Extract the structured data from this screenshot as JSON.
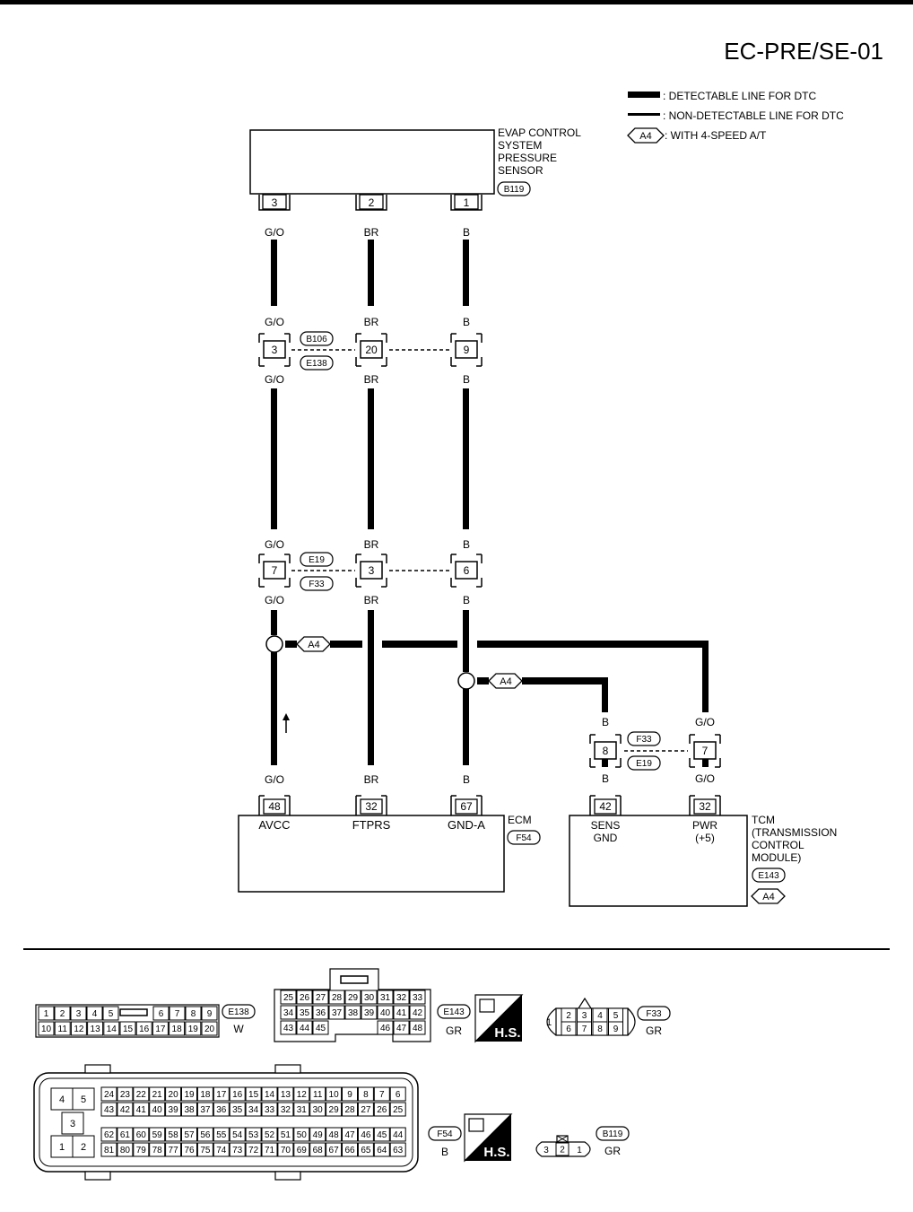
{
  "page_id": "EC-PRE/SE-01",
  "legend": {
    "detectable": ": DETECTABLE LINE FOR DTC",
    "non_detectable": ": NON-DETECTABLE LINE FOR DTC",
    "a4_tag": "A4",
    "a4_text": ": WITH 4-SPEED A/T"
  },
  "sensor": {
    "name": [
      "EVAP CONTROL",
      "SYSTEM",
      "PRESSURE",
      "SENSOR"
    ],
    "connector": "B119",
    "pins": [
      "3",
      "2",
      "1"
    ]
  },
  "wires": {
    "col1": "G/O",
    "col2": "BR",
    "col3": "B",
    "tcm_sens": "B",
    "tcm_pwr": "G/O"
  },
  "junction1": {
    "pins": [
      "3",
      "20",
      "9"
    ],
    "conn_top": "B106",
    "conn_bottom": "E138"
  },
  "junction2": {
    "pins": [
      "7",
      "3",
      "6"
    ],
    "conn_top": "E19",
    "conn_bottom": "F33"
  },
  "a4_branch": "A4",
  "junction3": {
    "pins": [
      "8",
      "7"
    ],
    "conn_top": "F33",
    "conn_bottom": "E19"
  },
  "ecm": {
    "label": "ECM",
    "connector": "F54",
    "pins": [
      "48",
      "32",
      "67"
    ],
    "terminals": [
      "AVCC",
      "FTPRS",
      "GND-A"
    ]
  },
  "tcm": {
    "label": [
      "TCM",
      "(TRANSMISSION",
      "CONTROL",
      "MODULE)"
    ],
    "connector": "E143",
    "tag": "A4",
    "pins": [
      "42",
      "32"
    ],
    "terminals": [
      [
        "SENS",
        "GND"
      ],
      [
        "PWR",
        "(+5)"
      ]
    ]
  },
  "connector_views": {
    "e138": {
      "id": "E138",
      "color": "W",
      "row1": [
        "1",
        "2",
        "3",
        "4",
        "5",
        "6",
        "7",
        "8",
        "9"
      ],
      "row2": [
        "10",
        "11",
        "12",
        "13",
        "14",
        "15",
        "16",
        "17",
        "18",
        "19",
        "20"
      ]
    },
    "e143": {
      "id": "E143",
      "color": "GR",
      "row1": [
        "25",
        "26",
        "27",
        "28",
        "29",
        "30",
        "31",
        "32",
        "33"
      ],
      "row2": [
        "34",
        "35",
        "36",
        "37",
        "38",
        "39",
        "40",
        "41",
        "42"
      ],
      "row3": [
        "43",
        "44",
        "45",
        "46",
        "47",
        "48"
      ]
    },
    "hs": "H.S.",
    "f33": {
      "id": "F33",
      "color": "GR",
      "row1": [
        "1",
        "2",
        "3",
        "4",
        "5"
      ],
      "row2": [
        "6",
        "7",
        "8",
        "9"
      ]
    },
    "f54": {
      "id": "F54",
      "color": "B",
      "left": [
        "4",
        "5",
        "3",
        "1",
        "2"
      ],
      "row1": [
        "24",
        "23",
        "22",
        "21",
        "20",
        "19",
        "18",
        "17",
        "16",
        "15",
        "14",
        "13",
        "12",
        "11",
        "10",
        "9",
        "8",
        "7",
        "6"
      ],
      "row2": [
        "43",
        "42",
        "41",
        "40",
        "39",
        "38",
        "37",
        "36",
        "35",
        "34",
        "33",
        "32",
        "31",
        "30",
        "29",
        "28",
        "27",
        "26",
        "25"
      ],
      "row3": [
        "62",
        "61",
        "60",
        "59",
        "58",
        "57",
        "56",
        "55",
        "54",
        "53",
        "52",
        "51",
        "50",
        "49",
        "48",
        "47",
        "46",
        "45",
        "44"
      ],
      "row4": [
        "81",
        "80",
        "79",
        "78",
        "77",
        "76",
        "75",
        "74",
        "73",
        "72",
        "71",
        "70",
        "69",
        "68",
        "67",
        "66",
        "65",
        "64",
        "63"
      ]
    },
    "b119": {
      "id": "B119",
      "color": "GR",
      "pins": [
        "3",
        "2",
        "1"
      ]
    }
  }
}
